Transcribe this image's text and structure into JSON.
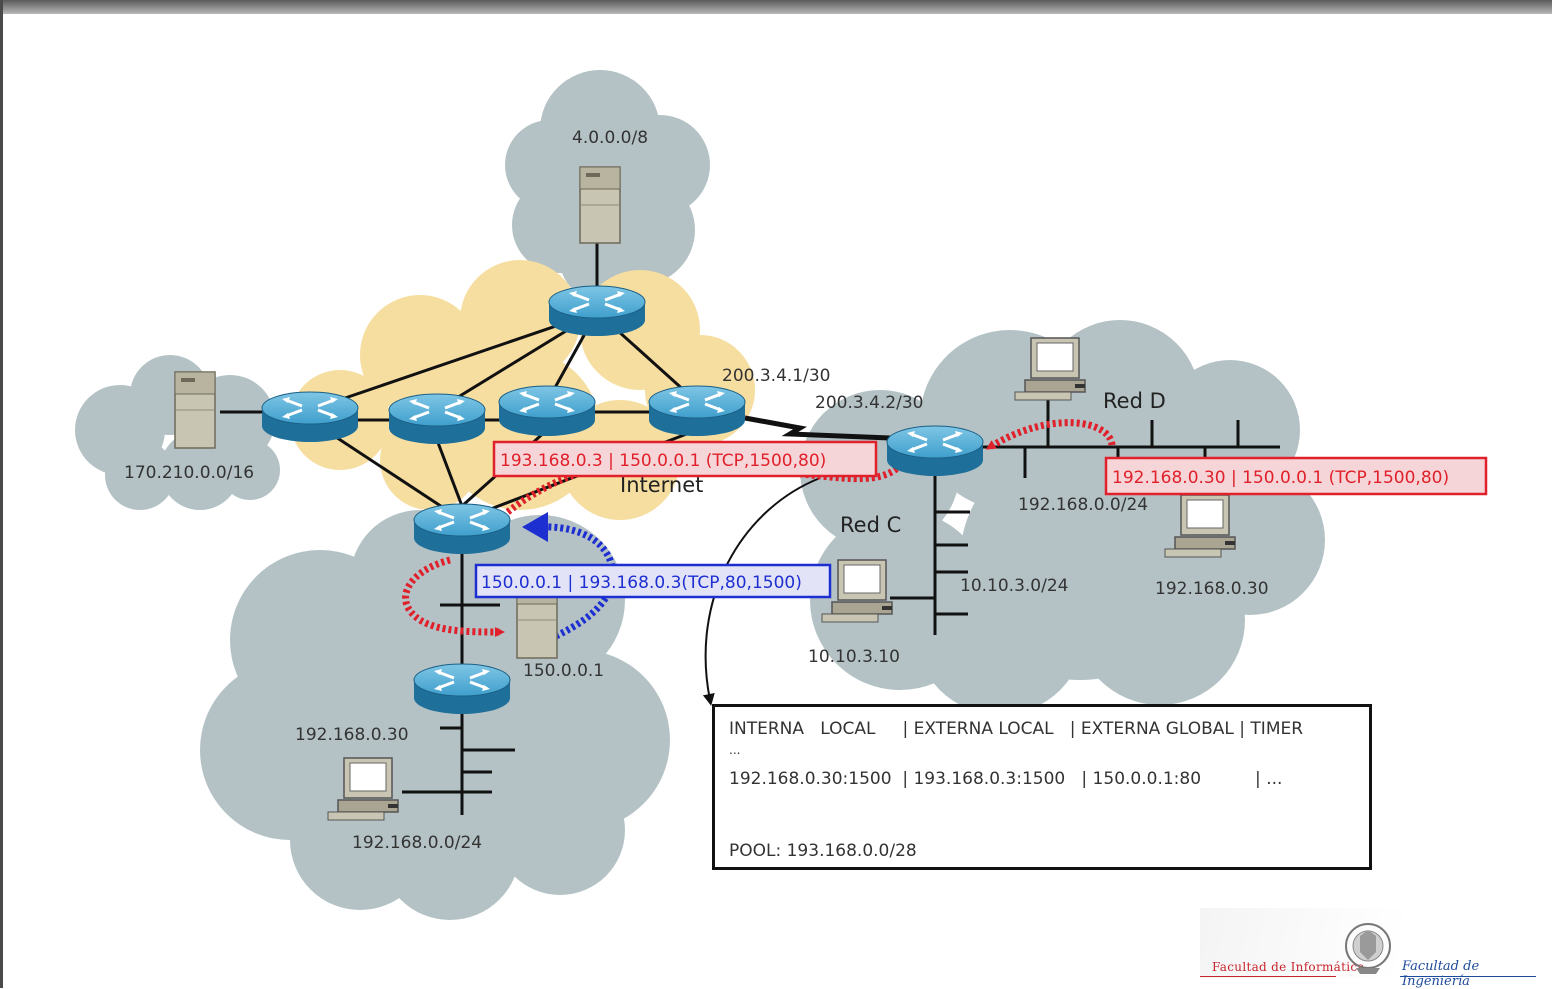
{
  "networks": {
    "top_cloud": "4.0.0.0/8",
    "left_cloud": "170.210.0.0/16",
    "internet": "Internet"
  },
  "links": {
    "isp_side": "200.3.4.1/30",
    "customer_side": "200.3.4.2/30"
  },
  "red_d": {
    "name": "Red D",
    "subnet": "192.168.0.0/24",
    "host": "192.168.0.30"
  },
  "red_c": {
    "name": "Red C",
    "subnet": "10.10.3.0/24",
    "host": "10.10.3.10"
  },
  "bottom_site": {
    "server": "150.0.0.1",
    "host": "192.168.0.30",
    "subnet": "192.168.0.0/24"
  },
  "packets": {
    "outbound_original": "192.168.0.30 | 150.0.0.1 (TCP,1500,80)",
    "outbound_translated": "193.168.0.3 | 150.0.0.1 (TCP,1500,80)",
    "reply": "150.0.0.1 | 193.168.0.3(TCP,80,1500)"
  },
  "nat_table": {
    "header": "INTERNA   LOCAL     | EXTERNA LOCAL   | EXTERNA GLOBAL | TIMER",
    "dots": "...",
    "row": "192.168.0.30:1500  | 193.168.0.3:1500   | 150.0.0.1:80          | ...",
    "pool": "POOL: 193.168.0.0/28"
  },
  "logos": {
    "left": "Facultad de Informática",
    "right": "Facultad de Ingeniería"
  },
  "colors": {
    "cloud_gray": "#b4c2c6",
    "internet_cloud": "#f6dea0",
    "router": "#2f8fbf",
    "outbound_arrow": "#e0202a",
    "reply_arrow": "#1d2fd0"
  }
}
